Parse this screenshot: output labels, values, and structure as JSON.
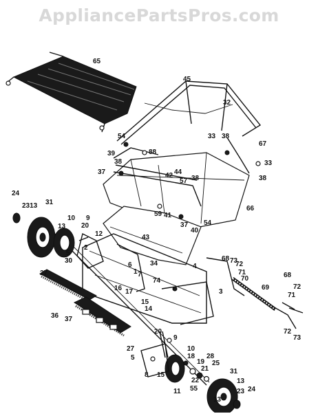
{
  "watermark": "AppliancePartsPros.com",
  "callouts": [
    {
      "text": "65"
    },
    {
      "text": "45"
    },
    {
      "text": "32"
    },
    {
      "text": "54"
    },
    {
      "text": "88"
    },
    {
      "text": "33"
    },
    {
      "text": "38"
    },
    {
      "text": "67"
    },
    {
      "text": "33"
    },
    {
      "text": "39"
    },
    {
      "text": "38"
    },
    {
      "text": "37"
    },
    {
      "text": "42"
    },
    {
      "text": "44"
    },
    {
      "text": "57"
    },
    {
      "text": "38"
    },
    {
      "text": "38"
    },
    {
      "text": "24"
    },
    {
      "text": "2313"
    },
    {
      "text": "31"
    },
    {
      "text": "10"
    },
    {
      "text": "9"
    },
    {
      "text": "13"
    },
    {
      "text": "20"
    },
    {
      "text": "12"
    },
    {
      "text": "59"
    },
    {
      "text": "41"
    },
    {
      "text": "37"
    },
    {
      "text": "66"
    },
    {
      "text": "54"
    },
    {
      "text": "40"
    },
    {
      "text": "43"
    },
    {
      "text": "5"
    },
    {
      "text": "30"
    },
    {
      "text": "34"
    },
    {
      "text": "4"
    },
    {
      "text": "68"
    },
    {
      "text": "73"
    },
    {
      "text": "72"
    },
    {
      "text": "71"
    },
    {
      "text": "70"
    },
    {
      "text": "27"
    },
    {
      "text": "69"
    },
    {
      "text": "74"
    },
    {
      "text": "3"
    },
    {
      "text": "16"
    },
    {
      "text": "17"
    },
    {
      "text": "14"
    },
    {
      "text": "15"
    },
    {
      "text": "37"
    },
    {
      "text": "36"
    },
    {
      "text": "20"
    },
    {
      "text": "9"
    },
    {
      "text": "27"
    },
    {
      "text": "5"
    },
    {
      "text": "10"
    },
    {
      "text": "18"
    },
    {
      "text": "19"
    },
    {
      "text": "21"
    },
    {
      "text": "22"
    },
    {
      "text": "28"
    },
    {
      "text": "25"
    },
    {
      "text": "55"
    },
    {
      "text": "31"
    },
    {
      "text": "13"
    },
    {
      "text": "23"
    },
    {
      "text": "24"
    },
    {
      "text": "11"
    },
    {
      "text": "8"
    },
    {
      "text": "15"
    },
    {
      "text": "13"
    },
    {
      "text": "68"
    },
    {
      "text": "72"
    },
    {
      "text": "71"
    },
    {
      "text": "72"
    },
    {
      "text": "73"
    },
    {
      "text": "2"
    },
    {
      "text": "7"
    },
    {
      "text": "6"
    },
    {
      "text": "1"
    }
  ]
}
